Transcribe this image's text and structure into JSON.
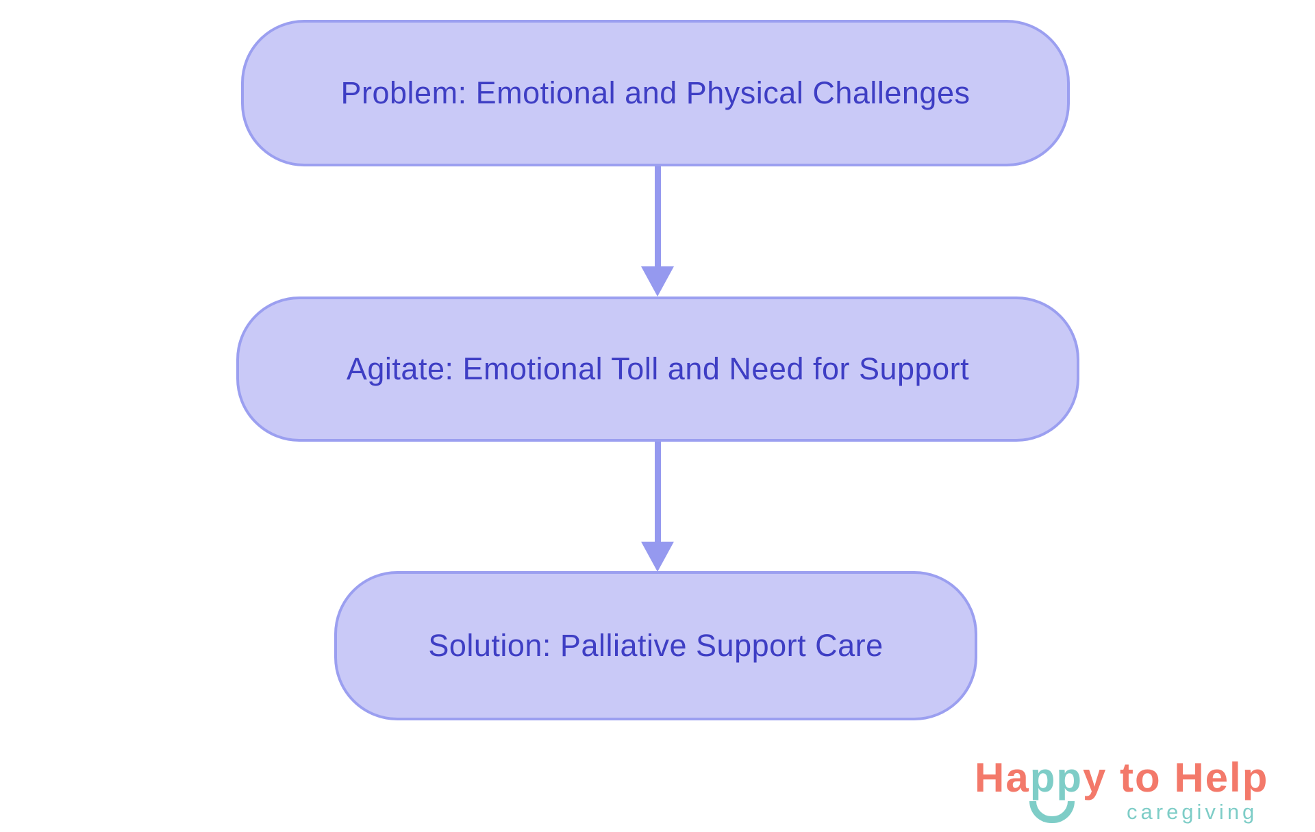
{
  "background": "#ffffff",
  "colors": {
    "node_fill": "#c9c9f7",
    "node_border": "#9b9ff0",
    "node_text": "#3e3ec4",
    "arrow": "#9599ef",
    "logo_coral": "#f3796a",
    "logo_teal": "#7ecdc7"
  },
  "flowchart": {
    "type": "vertical-flow",
    "nodes": [
      {
        "id": "problem",
        "label": "Problem: Emotional and Physical Challenges"
      },
      {
        "id": "agitate",
        "label": "Agitate: Emotional Toll and Need for Support"
      },
      {
        "id": "solution",
        "label": "Solution: Palliative Support Care"
      }
    ],
    "connections": [
      {
        "from": "problem",
        "to": "agitate"
      },
      {
        "from": "agitate",
        "to": "solution"
      }
    ]
  },
  "logo": {
    "wordmark_part1": "Ha",
    "wordmark_part2": "pp",
    "wordmark_part3": "y to Help",
    "subtext": "caregiving"
  }
}
